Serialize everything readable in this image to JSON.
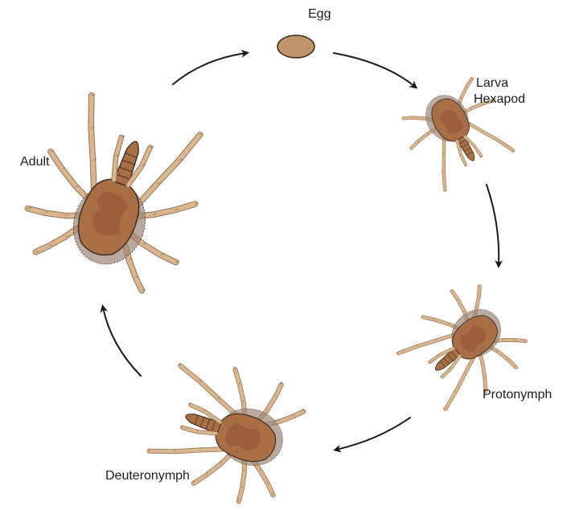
{
  "diagram": {
    "stages": {
      "egg": "Egg",
      "larva": "Larva",
      "hexapod": "Hexapod",
      "protonymph": "Protonymph",
      "deuteronymph": "Deuteronymph",
      "adult": "Adult"
    },
    "colors": {
      "body": "#a86e45",
      "body_dark": "#8c5533",
      "halo": "#9c8478",
      "leg": "#d9b68f",
      "leg_stroke": "#8d6f52",
      "outline": "#3a2a1e",
      "egg": "#c19569",
      "arrow": "#1a1a1a"
    }
  }
}
